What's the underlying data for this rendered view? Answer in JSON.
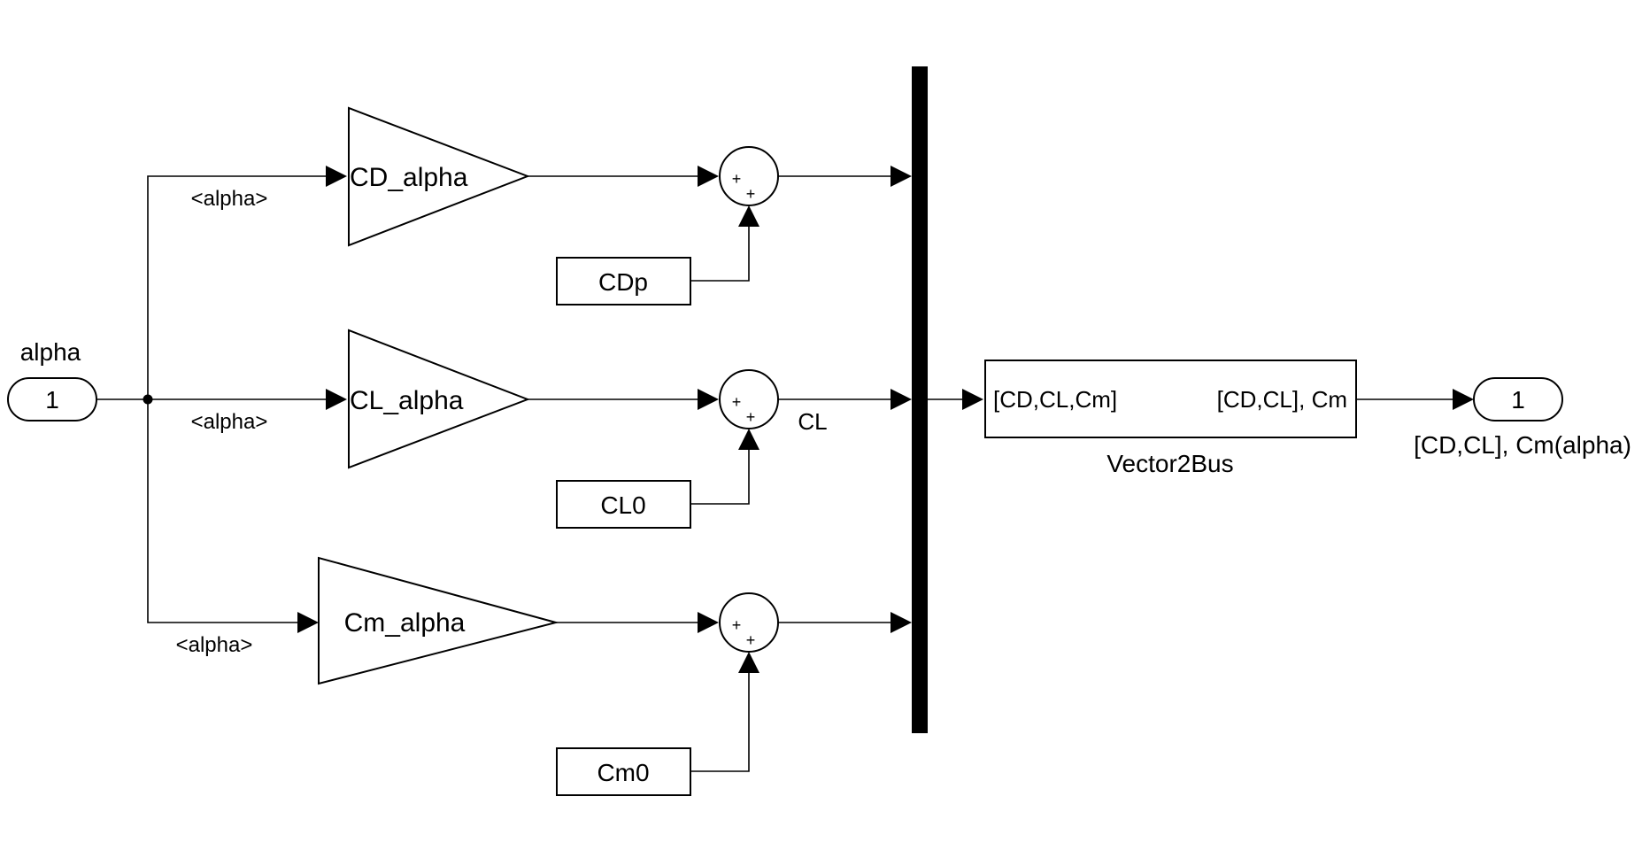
{
  "inport": {
    "number": "1",
    "label": "alpha"
  },
  "outport": {
    "number": "1",
    "label": "[CD,CL], Cm(alpha)"
  },
  "branch_labels": {
    "top": "<alpha>",
    "middle": "<alpha>",
    "bottom": "<alpha>"
  },
  "gains": {
    "cd": "CD_alpha",
    "cl": "CL_alpha",
    "cm": "Cm_alpha"
  },
  "constants": {
    "cdp": "CDp",
    "cl0": "CL0",
    "cm0": "Cm0"
  },
  "sum_signs": {
    "left": "+",
    "bottom": "+"
  },
  "signal_labels": {
    "cl": "CL"
  },
  "vector2bus": {
    "input_port": "[CD,CL,Cm]",
    "output_port": "[CD,CL], Cm",
    "name": "Vector2Bus"
  }
}
